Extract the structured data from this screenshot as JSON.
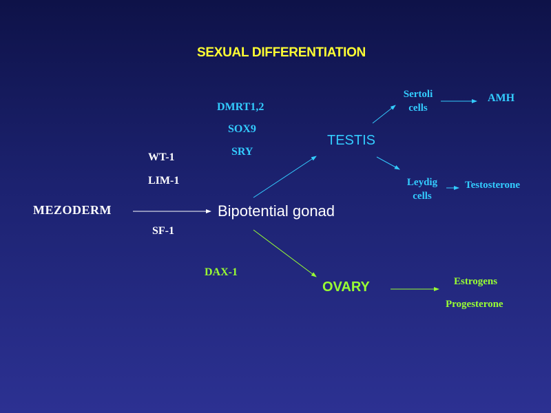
{
  "title": "SEXUAL DIFFERENTIATION",
  "nodes": {
    "mezoderm": "MEZODERM",
    "bipotential": "Bipotential gonad",
    "testis": "TESTIS",
    "ovary": "OVARY",
    "sertoli_line1": "Sertoli",
    "sertoli_line2": "cells",
    "leydig_line1": "Leydig",
    "leydig_line2": "cells",
    "amh": "AMH",
    "testosterone": "Testosterone",
    "estrogens": "Estrogens",
    "progesterone": "Progesterone"
  },
  "factors": {
    "wt1": "WT-1",
    "lim1": "LIM-1",
    "sf1": "SF-1",
    "dmrt": "DMRT1,2",
    "sox9": "SOX9",
    "sry": "SRY",
    "dax1": "DAX-1"
  },
  "colors": {
    "title": "#ffff33",
    "white": "#ffffff",
    "cyan": "#33ccff",
    "green": "#99ff33",
    "background_top": "#0e1248",
    "background_bottom": "#2c3192"
  }
}
